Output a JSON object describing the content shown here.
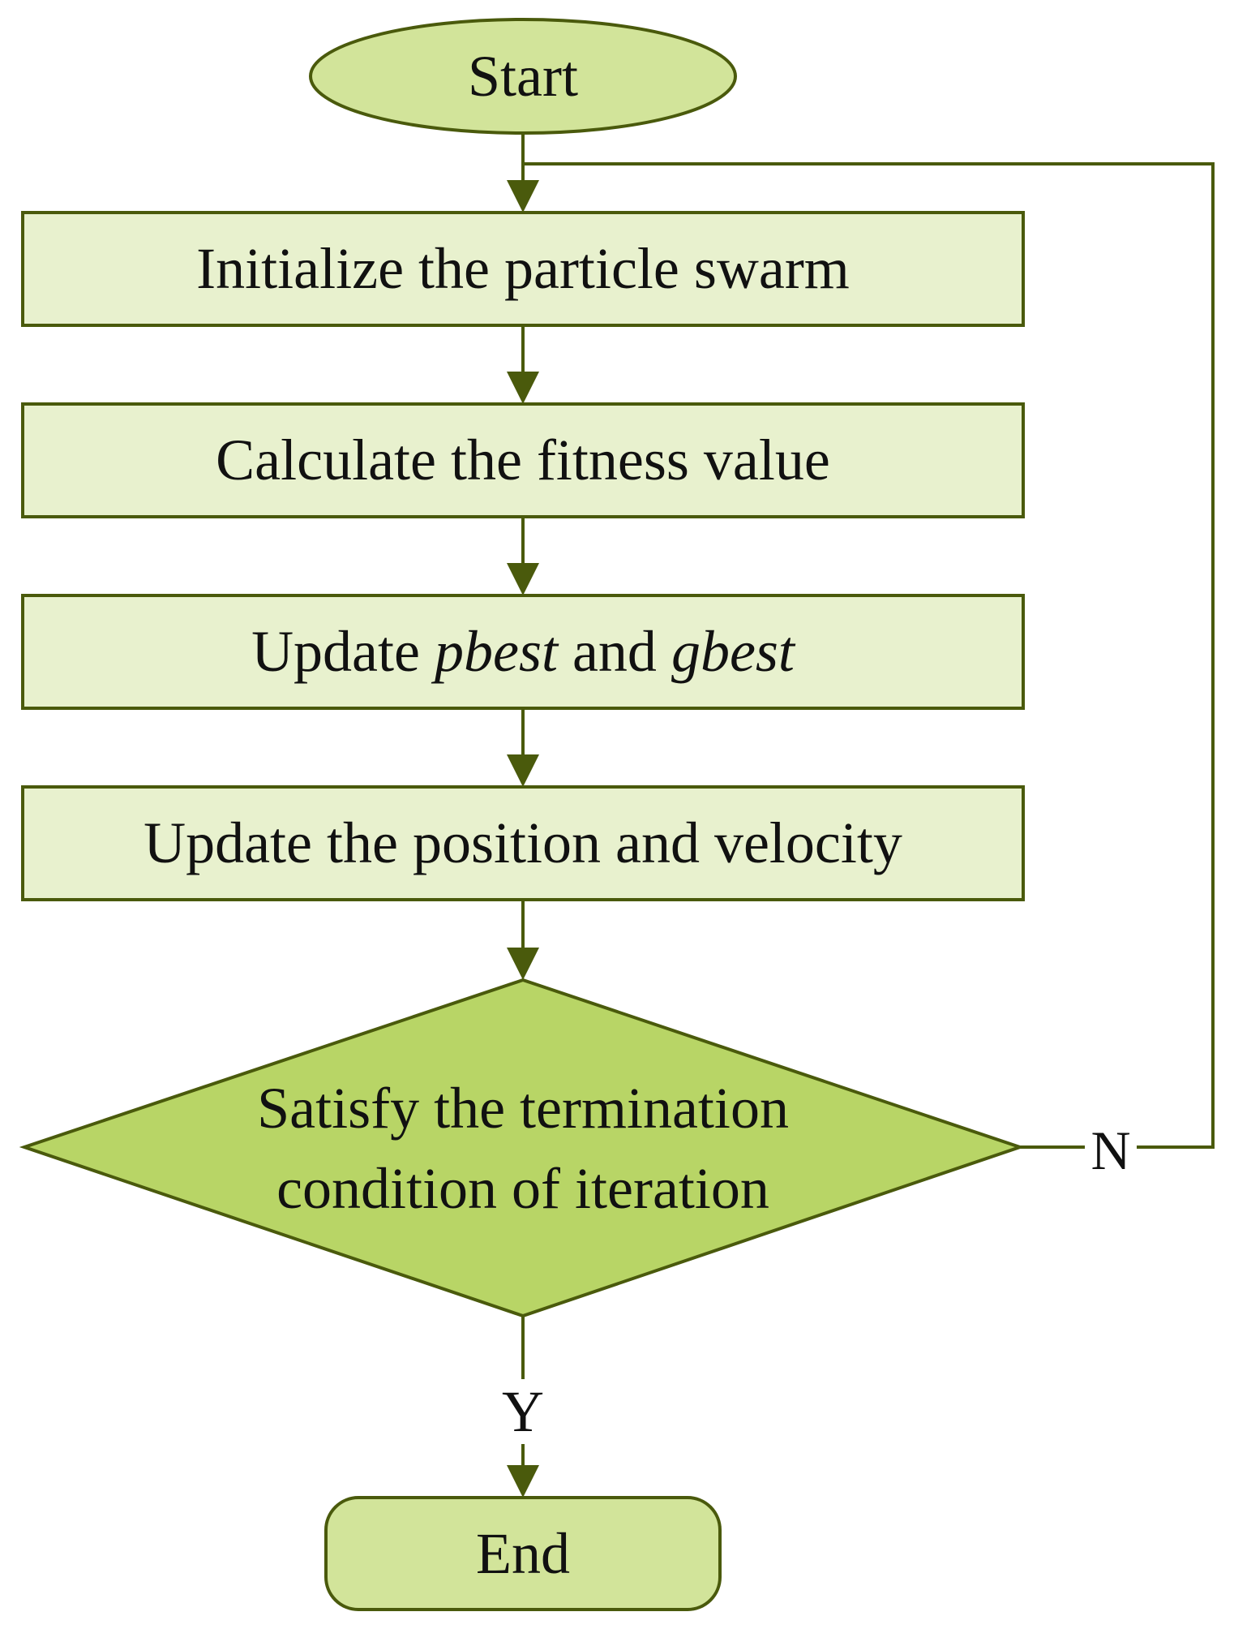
{
  "colors": {
    "stroke": "#4a5a0c",
    "process_fill": "#e8f1ce",
    "terminal_fill": "#d2e49a",
    "decision_fill": "#b8d566",
    "text": "#111111"
  },
  "nodes": {
    "start": {
      "label": "Start"
    },
    "init": {
      "label": "Initialize the particle swarm"
    },
    "fitness": {
      "label": "Calculate the fitness value"
    },
    "update_best": {
      "prefix": "Update ",
      "pbest": "pbest",
      "middle": " and ",
      "gbest": "gbest"
    },
    "update_pos": {
      "label": "Update the position and velocity"
    },
    "decision": {
      "line1": "Satisfy the termination",
      "line2": "condition of iteration"
    },
    "end": {
      "label": "End"
    }
  },
  "edges": {
    "no_label": "N",
    "yes_label": "Y"
  }
}
